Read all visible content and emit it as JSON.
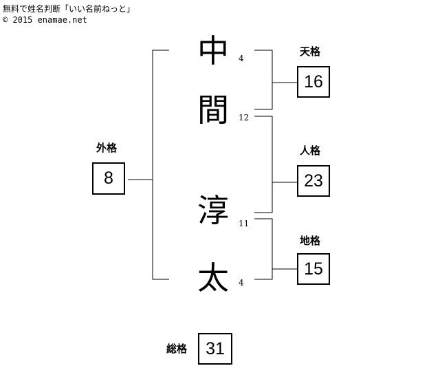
{
  "header": {
    "title": "無料で姓名判断「いい名前ねっと」",
    "copyright": "© 2015 enamae.net"
  },
  "name_chars": [
    {
      "char": "中",
      "strokes": "4"
    },
    {
      "char": "間",
      "strokes": "12"
    },
    {
      "char": "淳",
      "strokes": "11"
    },
    {
      "char": "太",
      "strokes": "4"
    }
  ],
  "results": {
    "tenkaku": {
      "label": "天格",
      "value": "16"
    },
    "jinkaku": {
      "label": "人格",
      "value": "23"
    },
    "chikaku": {
      "label": "地格",
      "value": "15"
    },
    "gaikaku": {
      "label": "外格",
      "value": "8"
    },
    "soukaku": {
      "label": "総格",
      "value": "31"
    }
  }
}
